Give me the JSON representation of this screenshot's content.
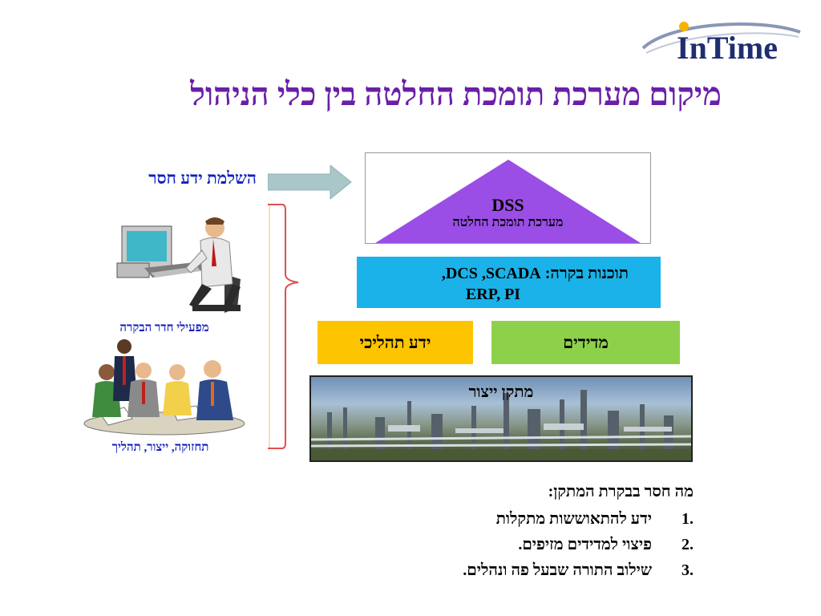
{
  "logo": {
    "text": "InTime"
  },
  "title": "מיקום מערכת תומכת החלטה בין כלי הניהול",
  "left": {
    "knowledge_label": "השלמת ידע חסר",
    "operators_label": "מפעילי חדר הבקרה",
    "team_label": "תחזוקה, ייצור,  תהליך"
  },
  "dss": {
    "title": "DSS",
    "subtitle": "מערכת תומכת החלטה"
  },
  "software": {
    "line1": "תוכנות בקרה: DCS  ,SCADA,",
    "line2": "ERP, PI"
  },
  "process_knowledge": "ידע תהליכי",
  "measurements": "מדידים",
  "plant": "מתקן ייצור",
  "missing": {
    "heading": "מה חסר בבקרת המתקן:",
    "items": [
      {
        "num": "1.",
        "text": "ידע להתאוששות מתקלות"
      },
      {
        "num": "2.",
        "text": "פיצוי למדידים מזיפים."
      },
      {
        "num": "3.",
        "text": "שילוב התורה שבעל פה ונהלים."
      }
    ]
  },
  "colors": {
    "title": "#6a1fa8",
    "triangle": "#9b4ee6",
    "software_bg": "#1ab2e8",
    "process_bg": "#fdc400",
    "measurements_bg": "#8dd14a",
    "label_blue": "#1020c0",
    "arrow": "#a9c6c9",
    "bracket": "#e05050"
  }
}
